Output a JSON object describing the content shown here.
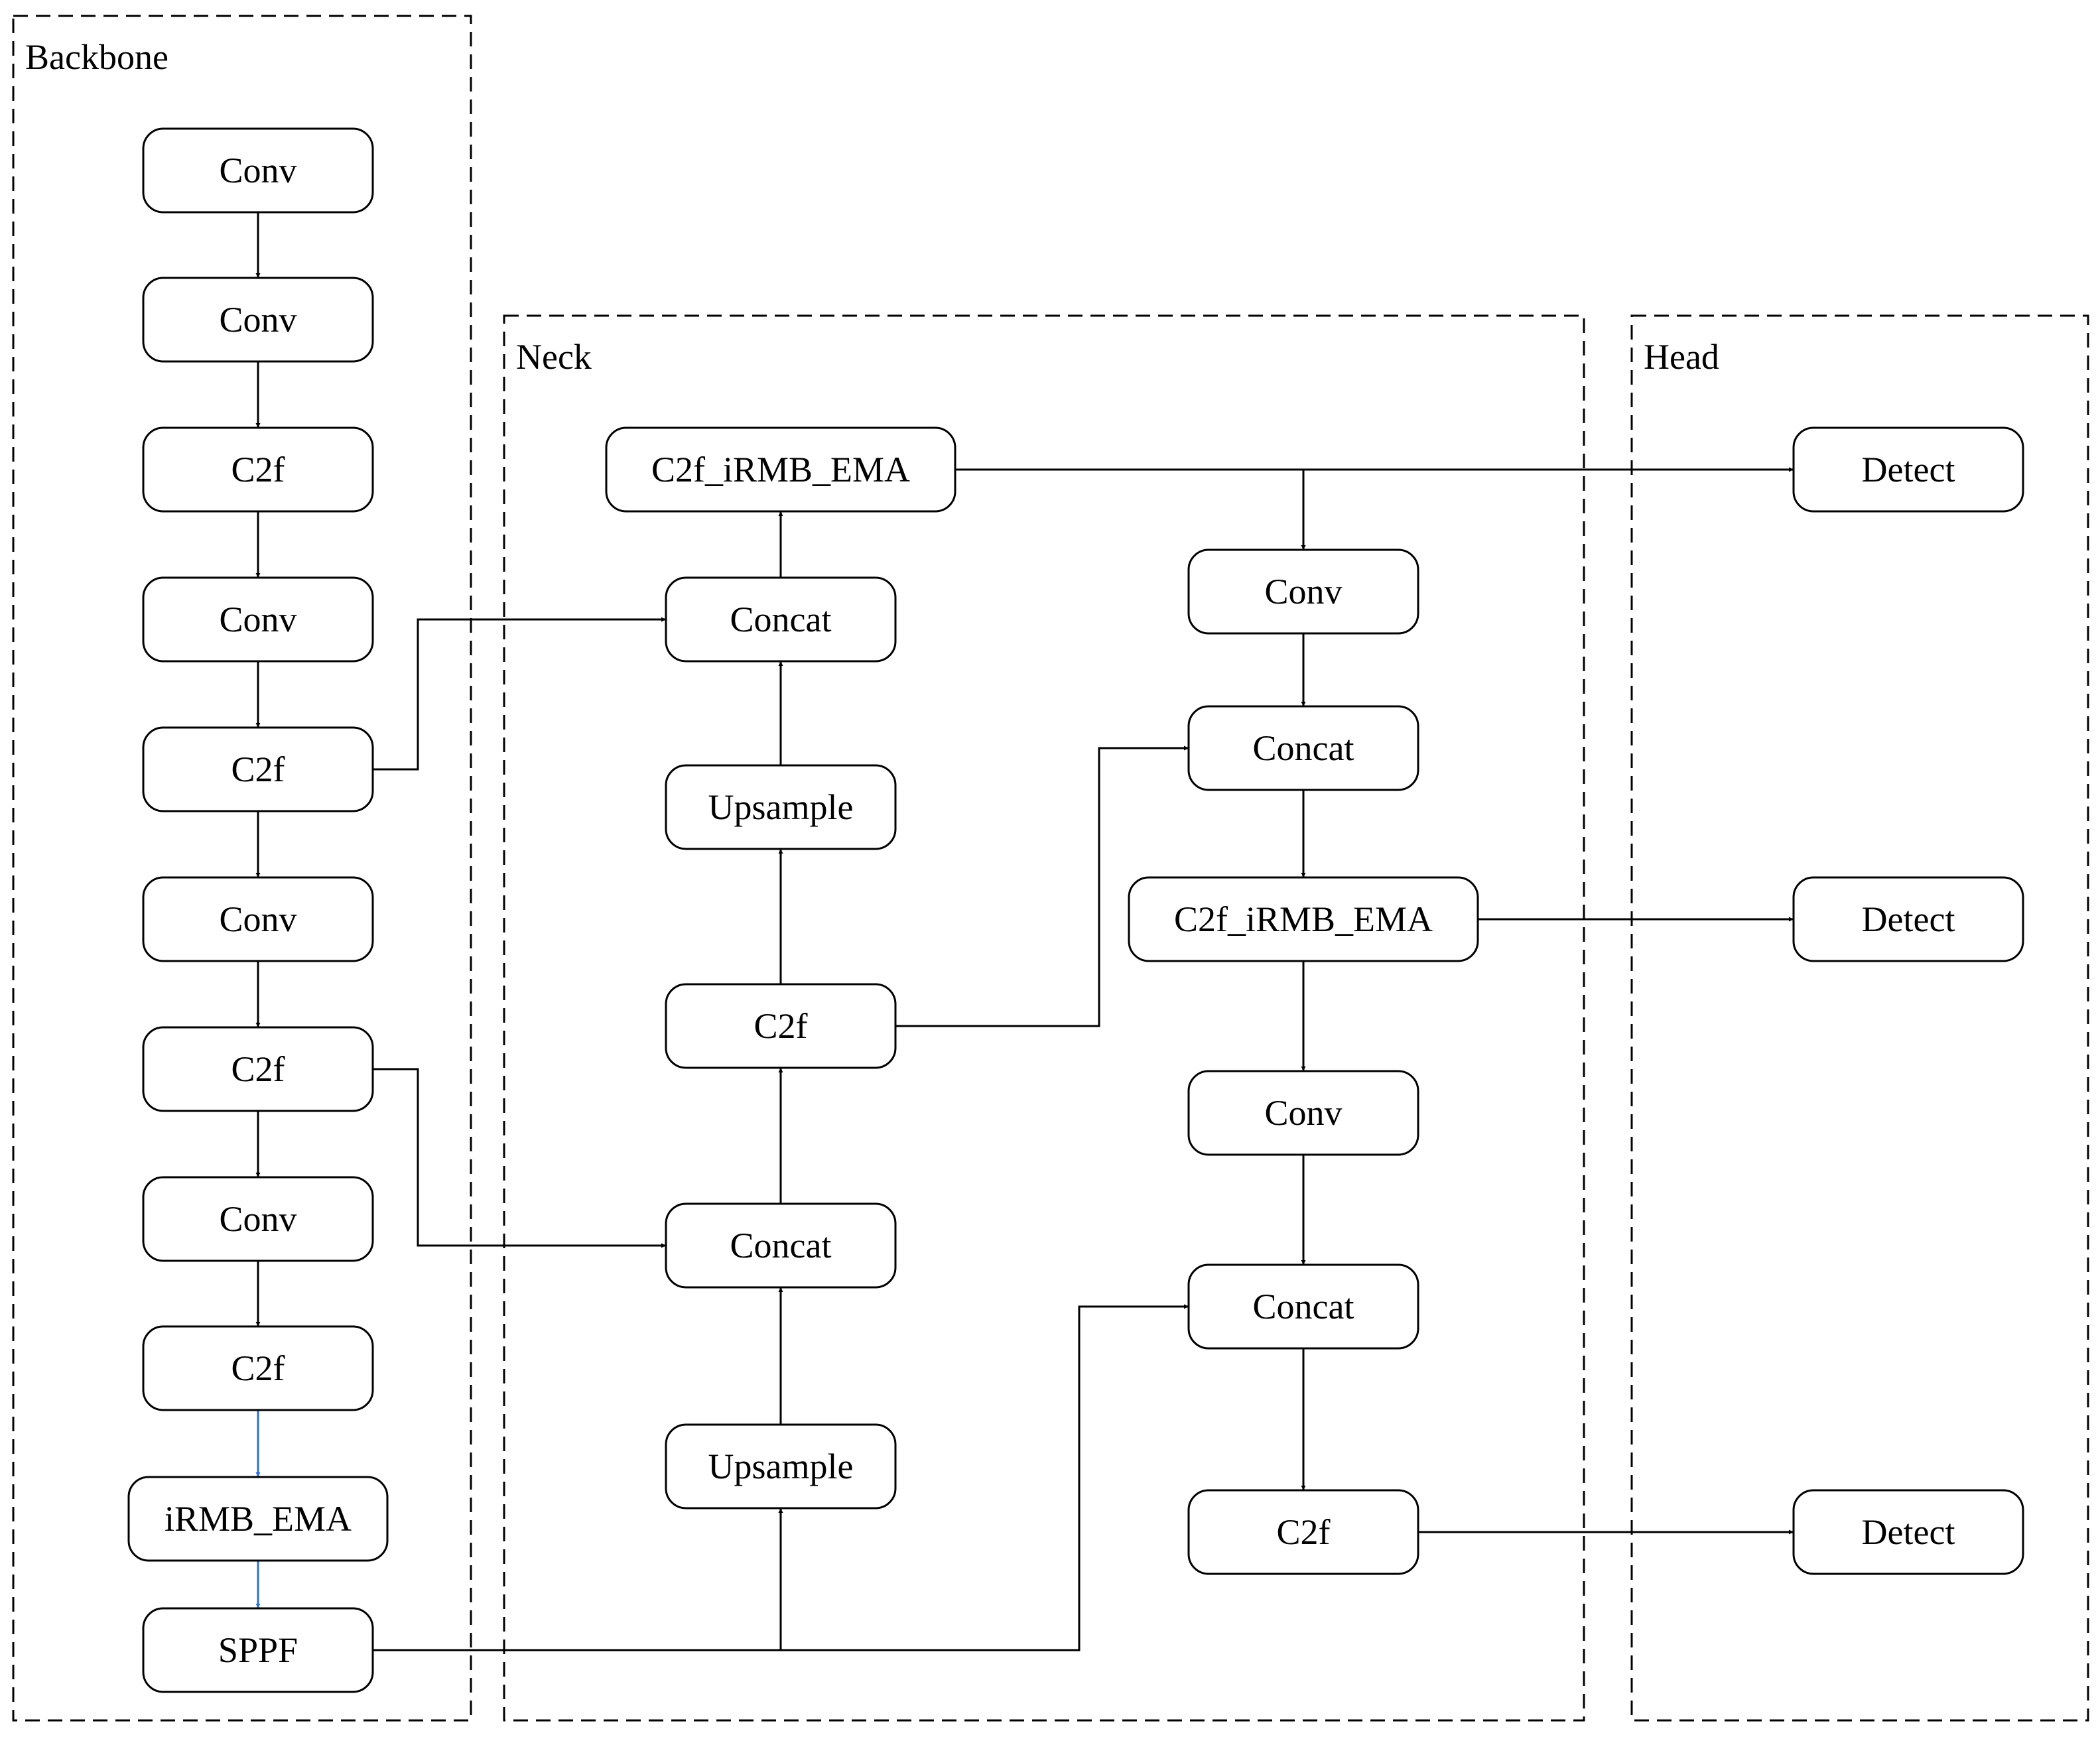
{
  "colors": {
    "line": "#000000",
    "highlight_arrow": "#2a6fd6",
    "background": "#ffffff"
  },
  "groups": [
    {
      "id": "backbone",
      "label": "Backbone"
    },
    {
      "id": "neck",
      "label": "Neck"
    },
    {
      "id": "head",
      "label": "Head"
    }
  ],
  "nodes": [
    {
      "id": "b_conv1",
      "label": "Conv"
    },
    {
      "id": "b_conv2",
      "label": "Conv"
    },
    {
      "id": "b_c2f1",
      "label": "C2f"
    },
    {
      "id": "b_conv3",
      "label": "Conv"
    },
    {
      "id": "b_c2f2",
      "label": "C2f"
    },
    {
      "id": "b_conv4",
      "label": "Conv"
    },
    {
      "id": "b_c2f3",
      "label": "C2f"
    },
    {
      "id": "b_conv5",
      "label": "Conv"
    },
    {
      "id": "b_c2f4",
      "label": "C2f"
    },
    {
      "id": "b_irmb",
      "label": "iRMB_EMA"
    },
    {
      "id": "b_sppf",
      "label": "SPPF"
    },
    {
      "id": "n_c2f_irmb1",
      "label": "C2f_iRMB_EMA"
    },
    {
      "id": "n_concat1",
      "label": "Concat"
    },
    {
      "id": "n_upsample1",
      "label": "Upsample"
    },
    {
      "id": "n_c2f",
      "label": "C2f"
    },
    {
      "id": "n_concat2",
      "label": "Concat"
    },
    {
      "id": "n_upsample2",
      "label": "Upsample"
    },
    {
      "id": "n_conv1",
      "label": "Conv"
    },
    {
      "id": "n_concat3",
      "label": "Concat"
    },
    {
      "id": "n_c2f_irmb2",
      "label": "C2f_iRMB_EMA"
    },
    {
      "id": "n_conv2",
      "label": "Conv"
    },
    {
      "id": "n_concat4",
      "label": "Concat"
    },
    {
      "id": "n_c2f2",
      "label": "C2f"
    },
    {
      "id": "h_detect1",
      "label": "Detect"
    },
    {
      "id": "h_detect2",
      "label": "Detect"
    },
    {
      "id": "h_detect3",
      "label": "Detect"
    }
  ],
  "edges": [
    {
      "from": "b_conv1",
      "to": "b_conv2"
    },
    {
      "from": "b_conv2",
      "to": "b_c2f1"
    },
    {
      "from": "b_c2f1",
      "to": "b_conv3"
    },
    {
      "from": "b_conv3",
      "to": "b_c2f2"
    },
    {
      "from": "b_c2f2",
      "to": "b_conv4"
    },
    {
      "from": "b_conv4",
      "to": "b_c2f3"
    },
    {
      "from": "b_c2f3",
      "to": "b_conv5"
    },
    {
      "from": "b_conv5",
      "to": "b_c2f4"
    },
    {
      "from": "b_c2f4",
      "to": "b_irmb",
      "highlight": true
    },
    {
      "from": "b_irmb",
      "to": "b_sppf",
      "highlight": true
    },
    {
      "from": "b_c2f2",
      "to": "n_concat1"
    },
    {
      "from": "b_c2f3",
      "to": "n_concat2"
    },
    {
      "from": "b_sppf",
      "to": "n_upsample2"
    },
    {
      "from": "b_sppf",
      "to": "n_concat4"
    },
    {
      "from": "n_upsample2",
      "to": "n_concat2"
    },
    {
      "from": "n_concat2",
      "to": "n_c2f"
    },
    {
      "from": "n_c2f",
      "to": "n_upsample1"
    },
    {
      "from": "n_c2f",
      "to": "n_concat3"
    },
    {
      "from": "n_upsample1",
      "to": "n_concat1"
    },
    {
      "from": "n_concat1",
      "to": "n_c2f_irmb1"
    },
    {
      "from": "n_c2f_irmb1",
      "to": "h_detect1"
    },
    {
      "from": "n_c2f_irmb1",
      "to": "n_conv1"
    },
    {
      "from": "n_conv1",
      "to": "n_concat3"
    },
    {
      "from": "n_concat3",
      "to": "n_c2f_irmb2"
    },
    {
      "from": "n_c2f_irmb2",
      "to": "h_detect2"
    },
    {
      "from": "n_c2f_irmb2",
      "to": "n_conv2"
    },
    {
      "from": "n_conv2",
      "to": "n_concat4"
    },
    {
      "from": "n_concat4",
      "to": "n_c2f2"
    },
    {
      "from": "n_c2f2",
      "to": "h_detect3"
    }
  ]
}
